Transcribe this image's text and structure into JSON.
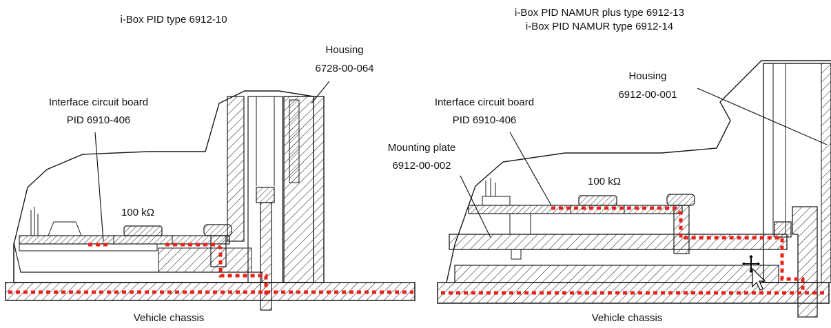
{
  "left": {
    "title": "i-Box PID type 6912-10",
    "housing": {
      "line1": "Housing",
      "line2": "6728-00-064"
    },
    "board": {
      "line1": "Interface circuit board",
      "line2": "PID 6910-406"
    },
    "resistor": "100 kΩ",
    "chassis": "Vehicle chassis"
  },
  "right": {
    "title_line1": "i-Box PID NAMUR plus type 6912-13",
    "title_line2": "i-Box PID NAMUR type 6912-14",
    "housing": {
      "line1": "Housing",
      "line2": "6912-00-001"
    },
    "board": {
      "line1": "Interface circuit board",
      "line2": "PID 6910-406"
    },
    "plate": {
      "line1": "Mounting plate",
      "line2": "6912-00-002"
    },
    "resistor": "100 kΩ",
    "chassis": "Vehicle chassis"
  },
  "colors": {
    "ground_path": "#e8231b",
    "line": "#1a1a1a"
  },
  "icons": [
    "move-cursor-icon",
    "arrow-pointer-icon"
  ]
}
